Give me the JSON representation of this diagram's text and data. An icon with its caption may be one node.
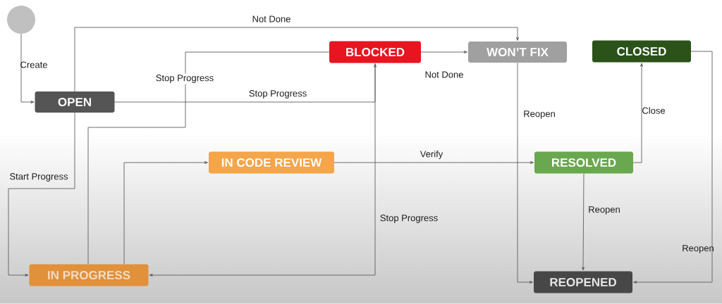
{
  "diagram": {
    "nodes": [
      {
        "text": [],
        "shape": "circle"
      },
      {
        "text": [
          "BLOCKED"
        ]
      },
      {
        "text": [
          "WON’T FIX"
        ]
      },
      {
        "text": [
          "CLOSED"
        ]
      },
      {
        "text": [
          "OPEN"
        ]
      },
      {
        "text": [
          "IN CODE REVIEW"
        ]
      },
      {
        "text": [
          "RESOLVED"
        ]
      },
      {
        "text": [
          "IN PROGRESS"
        ]
      },
      {
        "text": [
          "REOPENED"
        ]
      }
    ],
    "edges": [
      {
        "from": 0,
        "to": 4,
        "arrow": "to",
        "label": "Create"
      },
      {
        "from": 4,
        "to": 2,
        "arrow": "to",
        "label": "Not Done"
      },
      {
        "from": 4,
        "to": 7,
        "arrow": "to",
        "label": "Start Progress"
      },
      {
        "from": 4,
        "to": 1,
        "arrow": "to",
        "label": "Stop Progress"
      },
      {
        "from": 1,
        "to": 7,
        "arrow": "to",
        "label": "Stop Progress"
      },
      {
        "from": 7,
        "to": 1,
        "arrow": "none",
        "label": "Stop Progress"
      },
      {
        "from": 7,
        "to": 5,
        "arrow": "to"
      },
      {
        "from": 5,
        "to": 6,
        "arrow": "to",
        "label": "Verify"
      },
      {
        "from": 1,
        "to": 2,
        "arrow": "to",
        "label": "Not Done"
      },
      {
        "from": 2,
        "to": 8,
        "arrow": "to",
        "label": "Reopen"
      },
      {
        "from": 6,
        "to": 3,
        "arrow": "to",
        "label": "Close"
      },
      {
        "from": 6,
        "to": 8,
        "arrow": "to",
        "label": "Reopen"
      },
      {
        "from": 3,
        "to": 8,
        "arrow": "to",
        "label": "Reopen"
      }
    ]
  }
}
